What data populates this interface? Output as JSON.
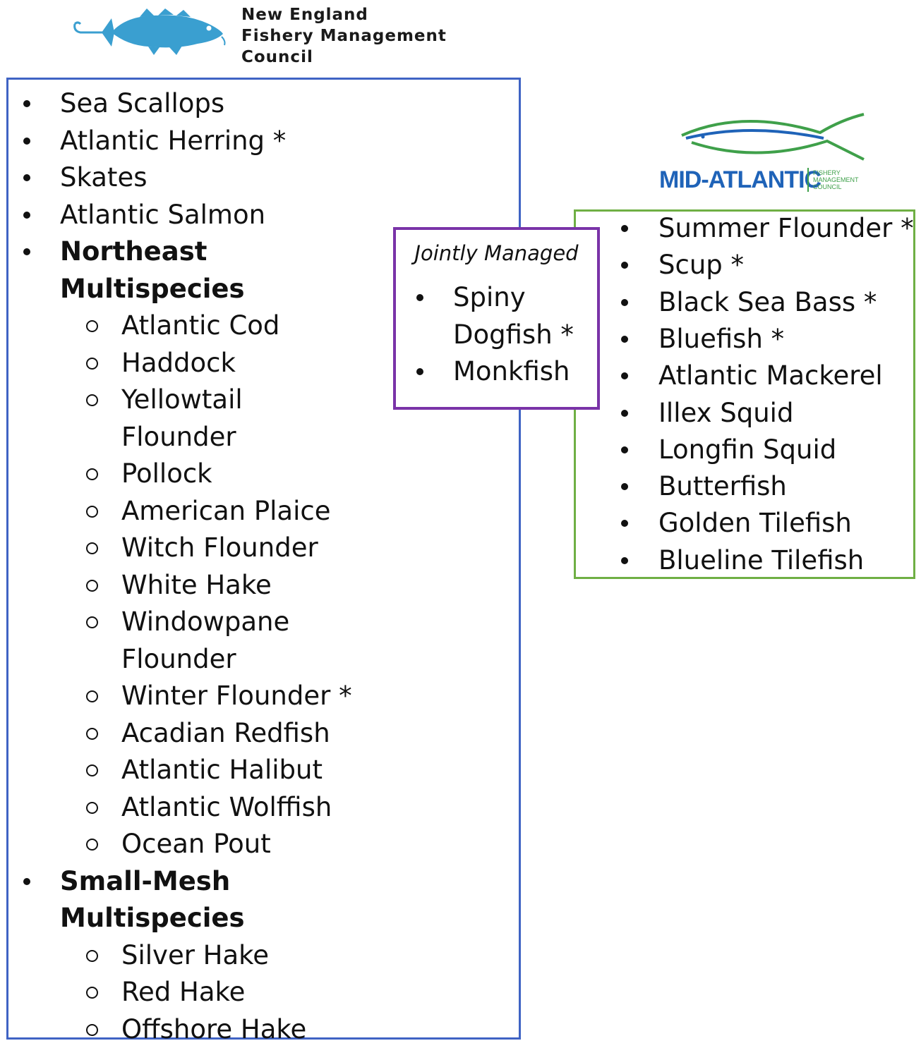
{
  "ne_council": {
    "name_lines": [
      "New England",
      "Fishery Management",
      "Council"
    ],
    "species": [
      {
        "label": "Sea Scallops",
        "level": 1,
        "bold": false
      },
      {
        "label": "Atlantic Herring *",
        "level": 1,
        "bold": false
      },
      {
        "label": "Skates",
        "level": 1,
        "bold": false
      },
      {
        "label": "Atlantic Salmon",
        "level": 1,
        "bold": false
      },
      {
        "label": "Northeast",
        "level": 1,
        "bold": true
      },
      {
        "label": "Multispecies",
        "level": 1,
        "bold": true,
        "cont": true
      },
      {
        "label": "Atlantic Cod",
        "level": 2
      },
      {
        "label": "Haddock",
        "level": 2
      },
      {
        "label": "Yellowtail",
        "level": 2
      },
      {
        "label": "Flounder",
        "level": 2,
        "cont": true
      },
      {
        "label": "Pollock",
        "level": 2
      },
      {
        "label": "American Plaice",
        "level": 2
      },
      {
        "label": "Witch Flounder",
        "level": 2
      },
      {
        "label": "White Hake",
        "level": 2
      },
      {
        "label": "Windowpane",
        "level": 2
      },
      {
        "label": "Flounder",
        "level": 2,
        "cont": true
      },
      {
        "label": "Winter Flounder *",
        "level": 2
      },
      {
        "label": "Acadian Redfish",
        "level": 2
      },
      {
        "label": "Atlantic Halibut",
        "level": 2
      },
      {
        "label": "Atlantic Wolffish",
        "level": 2
      },
      {
        "label": "Ocean Pout",
        "level": 2
      },
      {
        "label": "Small-Mesh",
        "level": 1,
        "bold": true
      },
      {
        "label": "Multispecies",
        "level": 1,
        "bold": true,
        "cont": true
      },
      {
        "label": "Silver Hake",
        "level": 2
      },
      {
        "label": "Red Hake",
        "level": 2
      },
      {
        "label": "Offshore Hake",
        "level": 2
      }
    ]
  },
  "joint": {
    "title": "Jointly Managed",
    "species": [
      {
        "label": "Spiny",
        "cont": false
      },
      {
        "label": "Dogfish *",
        "cont": true
      },
      {
        "label": "Monkfish",
        "cont": false
      }
    ]
  },
  "ma_council": {
    "name": "MID-ATLANTIC",
    "sub_lines": [
      "FISHERY",
      "MANAGEMENT",
      "COUNCIL"
    ],
    "species": [
      "Summer Flounder *",
      "Scup *",
      "Black Sea Bass *",
      "Bluefish *",
      "Atlantic Mackerel",
      "Illex Squid",
      "Longfin Squid",
      "Butterfish",
      "Golden Tilefish",
      "Blueline Tilefish"
    ]
  },
  "colors": {
    "ne_border": "#3f63c4",
    "ma_border": "#6faf44",
    "joint_border": "#7a33a8",
    "ne_fish": "#3a9fd0",
    "ma_blue": "#1f63b8",
    "ma_green": "#3fa04a"
  }
}
